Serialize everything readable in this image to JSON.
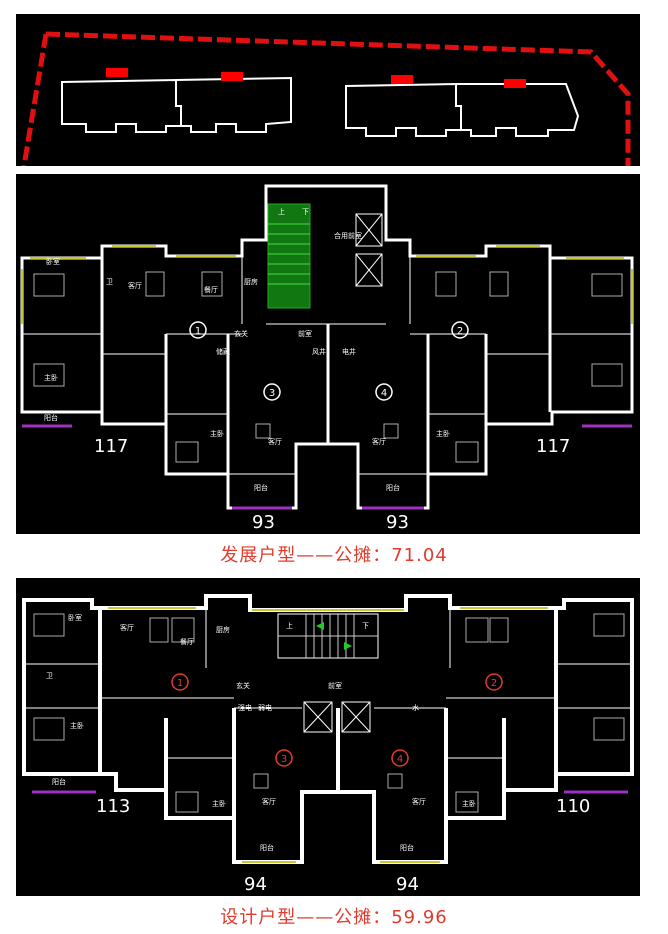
{
  "development_plan": {
    "areas": [
      "117",
      "117",
      "93",
      "93"
    ],
    "unit_numbers": [
      "1",
      "2",
      "3",
      "4"
    ],
    "caption": "发展户型——公摊：71.04",
    "room_labels": {
      "living": "客厅",
      "dining": "餐厅",
      "master": "主卧",
      "bedroom": "卧室",
      "balcony": "阳台",
      "bath": "卫",
      "kitchen": "厨房",
      "foyer": "玄关",
      "corridor": "前室",
      "shared_room": "合用前室",
      "up": "上",
      "down": "下",
      "shaft": "风井",
      "elec": "电井",
      "storage": "储藏"
    }
  },
  "design_plan": {
    "areas": [
      "113",
      "110",
      "94",
      "94"
    ],
    "unit_numbers": [
      "1",
      "2",
      "3",
      "4"
    ],
    "caption": "设计户型——公摊：59.96",
    "room_labels": {
      "living": "客厅",
      "dining": "餐厅",
      "master": "主卧",
      "bedroom": "卧室",
      "balcony": "阳台",
      "bath": "卫",
      "kitchen": "厨房",
      "foyer": "玄关",
      "corridor": "前室",
      "up": "上",
      "down": "下",
      "water": "水",
      "elec": "强电",
      "shaft": "弱电"
    }
  },
  "colors": {
    "background": "#000000",
    "wall": "#ffffff",
    "boundary": "#e01010",
    "accent_red": "#e23a2b",
    "window": "#c8c832",
    "stair": "#22aa22",
    "balcony_line": "#a030c0"
  }
}
